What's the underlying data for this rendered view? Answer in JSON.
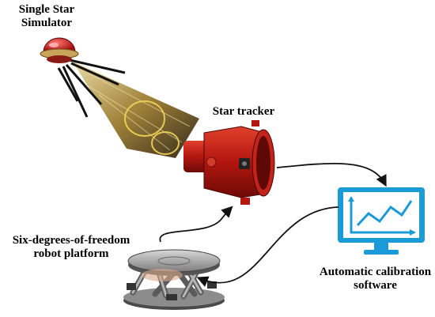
{
  "labels": {
    "simulator_line1": "Single Star",
    "simulator_line2": "Simulator",
    "tracker": "Star tracker",
    "robot_line1": "Six-degrees-of-freedom",
    "robot_line2": "robot platform",
    "software_line1": "Automatic calibration",
    "software_line2": "software"
  },
  "colors": {
    "simulator_red": "#c8131b",
    "tracker_red": "#b3160f",
    "monitor_blue": "#1a9bd8",
    "beam_gold": "#b89a48",
    "arrow": "#111111"
  },
  "icons": {
    "simulator": "satellite-lamp-icon",
    "tracker": "star-tracker-icon",
    "software": "monitor-chart-icon",
    "robot": "hexapod-platform-icon"
  }
}
